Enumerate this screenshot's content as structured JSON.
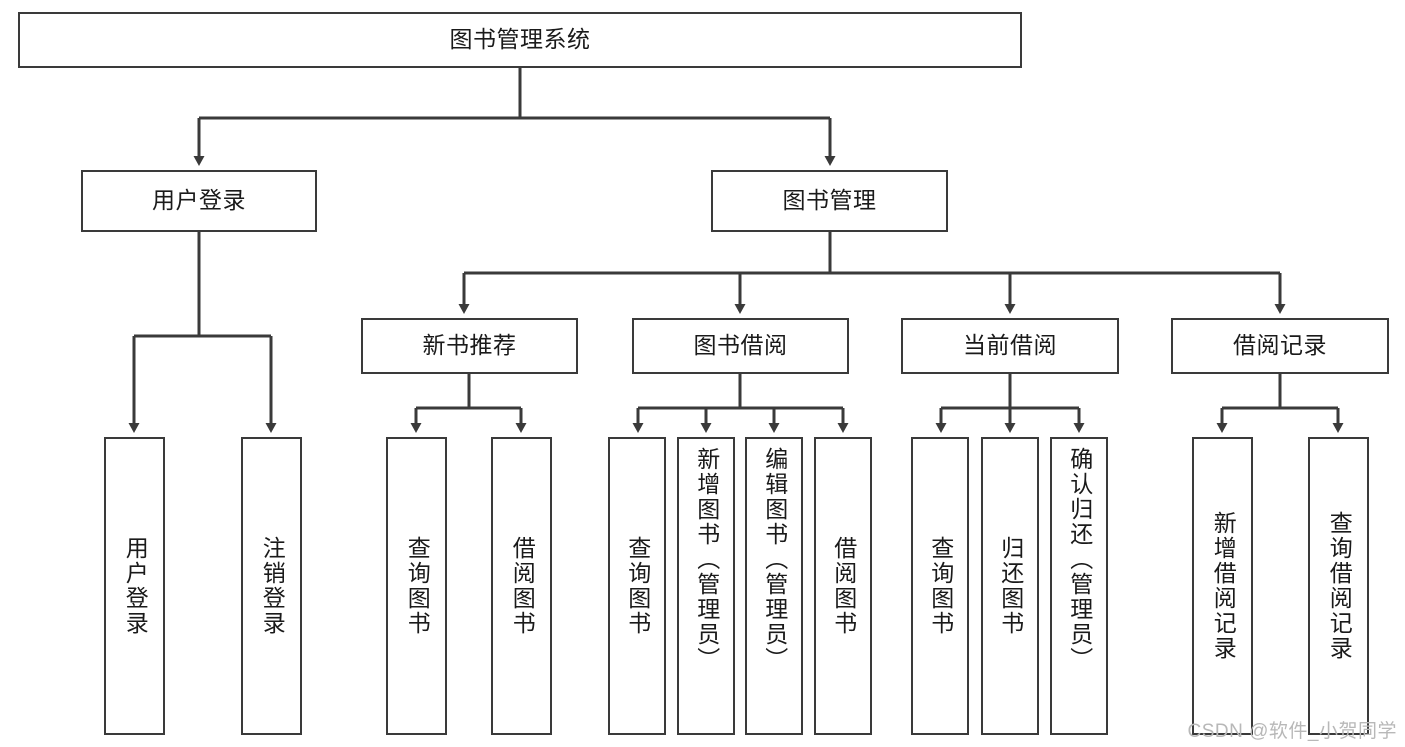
{
  "diagram": {
    "title": "图书管理系统",
    "type": "tree-hierarchy-chart",
    "orientation": "top-down",
    "levels": 4,
    "root": {
      "id": "root",
      "label": "图书管理系统",
      "text_direction": "horizontal"
    },
    "level2": [
      {
        "id": "user-login",
        "label": "用户登录",
        "text_direction": "horizontal"
      },
      {
        "id": "book-manage",
        "label": "图书管理",
        "text_direction": "horizontal"
      }
    ],
    "level3": [
      {
        "id": "new-book-recommend",
        "label": "新书推荐",
        "parent": "book-manage",
        "text_direction": "horizontal"
      },
      {
        "id": "book-borrow",
        "label": "图书借阅",
        "parent": "book-manage",
        "text_direction": "horizontal"
      },
      {
        "id": "current-borrow",
        "label": "当前借阅",
        "parent": "book-manage",
        "text_direction": "horizontal"
      },
      {
        "id": "borrow-record",
        "label": "借阅记录",
        "parent": "book-manage",
        "text_direction": "horizontal"
      }
    ],
    "leaves": [
      {
        "id": "leaf-user-login",
        "label": "用户登录",
        "parent": "user-login",
        "text_direction": "vertical"
      },
      {
        "id": "leaf-logout",
        "label": "注销登录",
        "parent": "user-login",
        "text_direction": "vertical"
      },
      {
        "id": "leaf-query-book-1",
        "label": "查询图书",
        "parent": "new-book-recommend",
        "text_direction": "vertical"
      },
      {
        "id": "leaf-borrow-book-1",
        "label": "借阅图书",
        "parent": "new-book-recommend",
        "text_direction": "vertical"
      },
      {
        "id": "leaf-query-book-2",
        "label": "查询图书",
        "parent": "book-borrow",
        "text_direction": "vertical"
      },
      {
        "id": "leaf-add-book",
        "label": "新增图书（管理员）",
        "parent": "book-borrow",
        "text_direction": "vertical"
      },
      {
        "id": "leaf-edit-book",
        "label": "编辑图书（管理员）",
        "parent": "book-borrow",
        "text_direction": "vertical"
      },
      {
        "id": "leaf-borrow-book-2",
        "label": "借阅图书",
        "parent": "book-borrow",
        "text_direction": "vertical"
      },
      {
        "id": "leaf-query-book-3",
        "label": "查询图书",
        "parent": "current-borrow",
        "text_direction": "vertical"
      },
      {
        "id": "leaf-return-book",
        "label": "归还图书",
        "parent": "current-borrow",
        "text_direction": "vertical"
      },
      {
        "id": "leaf-confirm-return",
        "label": "确认归还（管理员）",
        "parent": "current-borrow",
        "text_direction": "vertical"
      },
      {
        "id": "leaf-add-record",
        "label": "新增借阅记录",
        "parent": "borrow-record",
        "text_direction": "vertical"
      },
      {
        "id": "leaf-query-record",
        "label": "查询借阅记录",
        "parent": "borrow-record",
        "text_direction": "vertical"
      }
    ],
    "watermark": "CSDN @软件_小贺同学",
    "colors": {
      "border": "#3a3a3a",
      "background": "#ffffff",
      "text": "#1a1a1a",
      "connector": "#3a3a3a",
      "watermark": "#b8b8b8"
    }
  }
}
